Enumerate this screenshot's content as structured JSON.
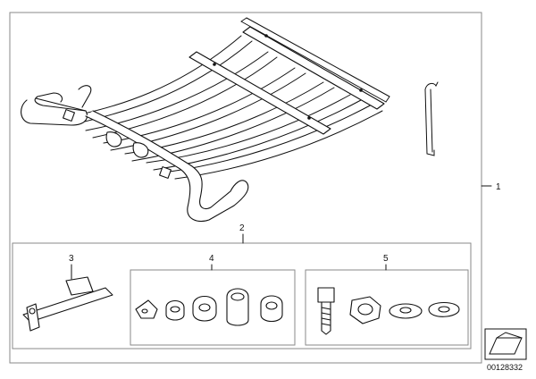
{
  "callouts": {
    "item1": "1",
    "item2": "2",
    "item3": "3",
    "item4": "4",
    "item5": "5"
  },
  "drawing_code": "00128332",
  "colors": {
    "line": "#111111",
    "frame": "#8a8a8a",
    "background": "#ffffff"
  }
}
